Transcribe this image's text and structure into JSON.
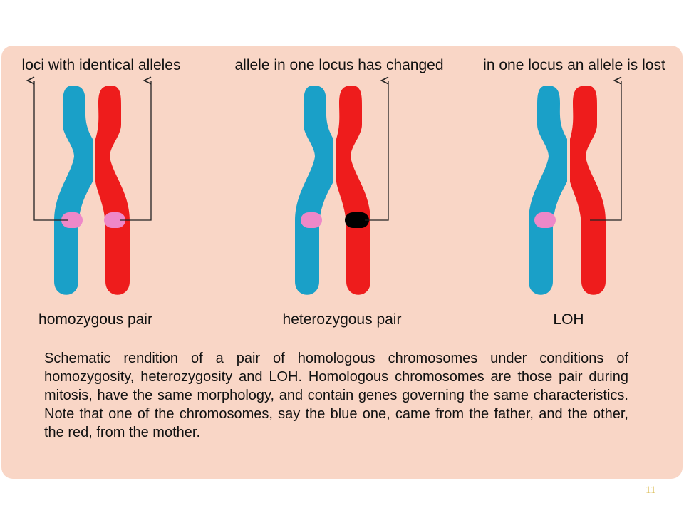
{
  "colors": {
    "panel": "#f9d6c6",
    "paternal_chromosome": "#1aa0c8",
    "maternal_chromosome": "#ee1c1c",
    "normal_allele": "#ee88c8",
    "changed_allele": "#000000"
  },
  "panels": [
    {
      "top_label": "loci with identical alleles",
      "bottom_label": "homozygous pair"
    },
    {
      "top_label": "allele in one locus has changed",
      "bottom_label": "heterozygous pair"
    },
    {
      "top_label": "in one locus an allele is lost",
      "bottom_label": "LOH"
    }
  ],
  "caption": "Schematic rendition of a pair of homologous chromosomes under conditions of homozygosity, heterozygosity and LOH. Homologous chromosomes are those pair during mitosis, have the same morphology, and contain genes governing the same characteristics. Note that one of the chromosomes, say the blue one, came from the father, and the other, the red, from the mother.",
  "slide_number": "11"
}
